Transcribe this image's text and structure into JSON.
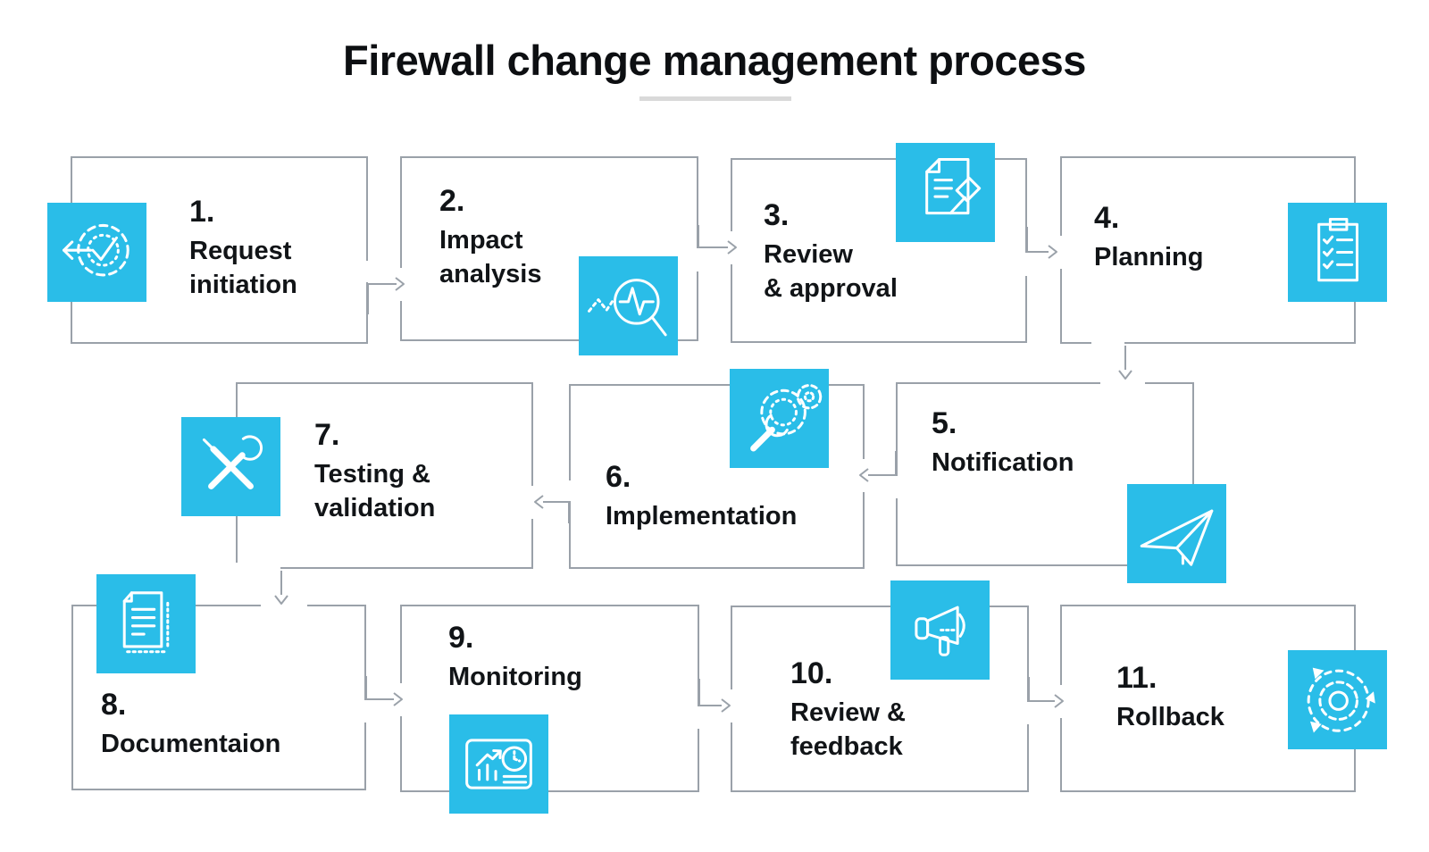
{
  "title": "Firewall change management process",
  "colors": {
    "accent": "#2abde8",
    "line": "#9aa1a9",
    "text": "#111417",
    "underline": "#d9d9d9"
  },
  "steps": [
    {
      "number": "1.",
      "label": "Request\ninitiation",
      "icon": "gear-check-icon"
    },
    {
      "number": "2.",
      "label": "Impact\nanalysis",
      "icon": "pulse-magnifier-icon"
    },
    {
      "number": "3.",
      "label": "Review\n& approval",
      "icon": "document-gavel-icon"
    },
    {
      "number": "4.",
      "label": "Planning",
      "icon": "clipboard-checklist-icon"
    },
    {
      "number": "5.",
      "label": "Notification",
      "icon": "paper-plane-icon"
    },
    {
      "number": "6.",
      "label": "Implementation",
      "icon": "wrench-gears-icon"
    },
    {
      "number": "7.",
      "label": "Testing &\nvalidation",
      "icon": "crossed-tools-icon"
    },
    {
      "number": "8.",
      "label": "Documentaion",
      "icon": "document-pages-icon"
    },
    {
      "number": "9.",
      "label": "Monitoring",
      "icon": "dashboard-chart-icon"
    },
    {
      "number": "10.",
      "label": "Review &\nfeedback",
      "icon": "megaphone-icon"
    },
    {
      "number": "11.",
      "label": "Rollback",
      "icon": "gear-rotate-icon"
    }
  ],
  "connections": [
    "1>2",
    "2>3",
    "3>4",
    "4>5",
    "5>6",
    "6>7",
    "7>8",
    "8>9",
    "9>10",
    "10>11"
  ]
}
